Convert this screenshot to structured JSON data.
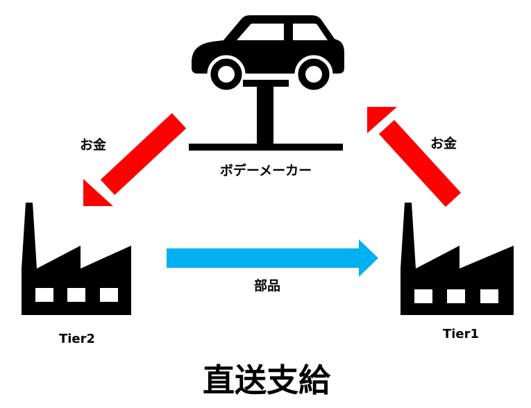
{
  "diagram": {
    "title": "直送支給",
    "nodes": {
      "maker": {
        "label": "ボデーメーカー",
        "icon": "car-on-lift-icon"
      },
      "tier2": {
        "label": "Tier2",
        "icon": "factory-icon"
      },
      "tier1": {
        "label": "Tier1",
        "icon": "factory-icon"
      }
    },
    "edges": {
      "money_to_tier2": {
        "label": "お金",
        "from": "ボデーメーカー",
        "to": "Tier2"
      },
      "money_to_maker": {
        "label": "お金",
        "from": "Tier1",
        "to": "ボデーメーカー"
      },
      "parts": {
        "label": "部品",
        "from": "Tier2",
        "to": "Tier1"
      }
    },
    "colors": {
      "money_arrow": "#ff0000",
      "parts_arrow": "#00b0f0",
      "icon": "#000000",
      "background": "#ffffff"
    }
  }
}
